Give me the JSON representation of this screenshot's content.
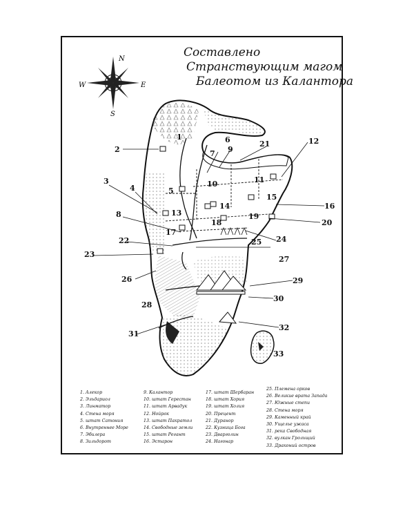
{
  "title": {
    "line1": "Составлено",
    "line2": "Странствующим магом",
    "line3": "Балеотом из Калантора"
  },
  "compass": {
    "n": "N",
    "s": "S",
    "e": "E",
    "w": "W"
  },
  "map_labels": [
    "1",
    "2",
    "3",
    "4",
    "5",
    "6",
    "7",
    "8",
    "9",
    "10",
    "11",
    "12",
    "13",
    "14",
    "15",
    "16",
    "17",
    "18",
    "19",
    "20",
    "21",
    "22",
    "23",
    "24",
    "25",
    "26",
    "27",
    "28",
    "29",
    "30",
    "31",
    "32",
    "33"
  ],
  "legend": {
    "col1": [
      "1. Алекор",
      "2. Эльдариол",
      "3. Линматор",
      "4. Стена моря",
      "5. штат Сатония",
      "6. Внутреннее Море",
      "7. Эбилера",
      "8. Зильдорот"
    ],
    "col2": [
      "9. Калантор",
      "10. штат Герестан",
      "11. штат Арвадук",
      "12. Нойрок",
      "13. штат Пакратол",
      "14. Свободные земли",
      "15. штат Регант",
      "16. Эстарон"
    ],
    "col3": [
      "17. штат Шербаран",
      "18. штат Хория",
      "19. штат Холия",
      "20. Прецент",
      "21. Дуранор",
      "22. Кузница Бога",
      "23. Дварголин",
      "24. Нагонар"
    ],
    "col4": [
      "25. Племена орков",
      "26. Великие врата Запада",
      "27. Южные степи",
      "28. Стена моря",
      "29. Каменный край",
      "30. Ущелье ужаса",
      "31. река Свободная",
      "32. вулкан Грольщий",
      "33. Драконий остров"
    ]
  }
}
